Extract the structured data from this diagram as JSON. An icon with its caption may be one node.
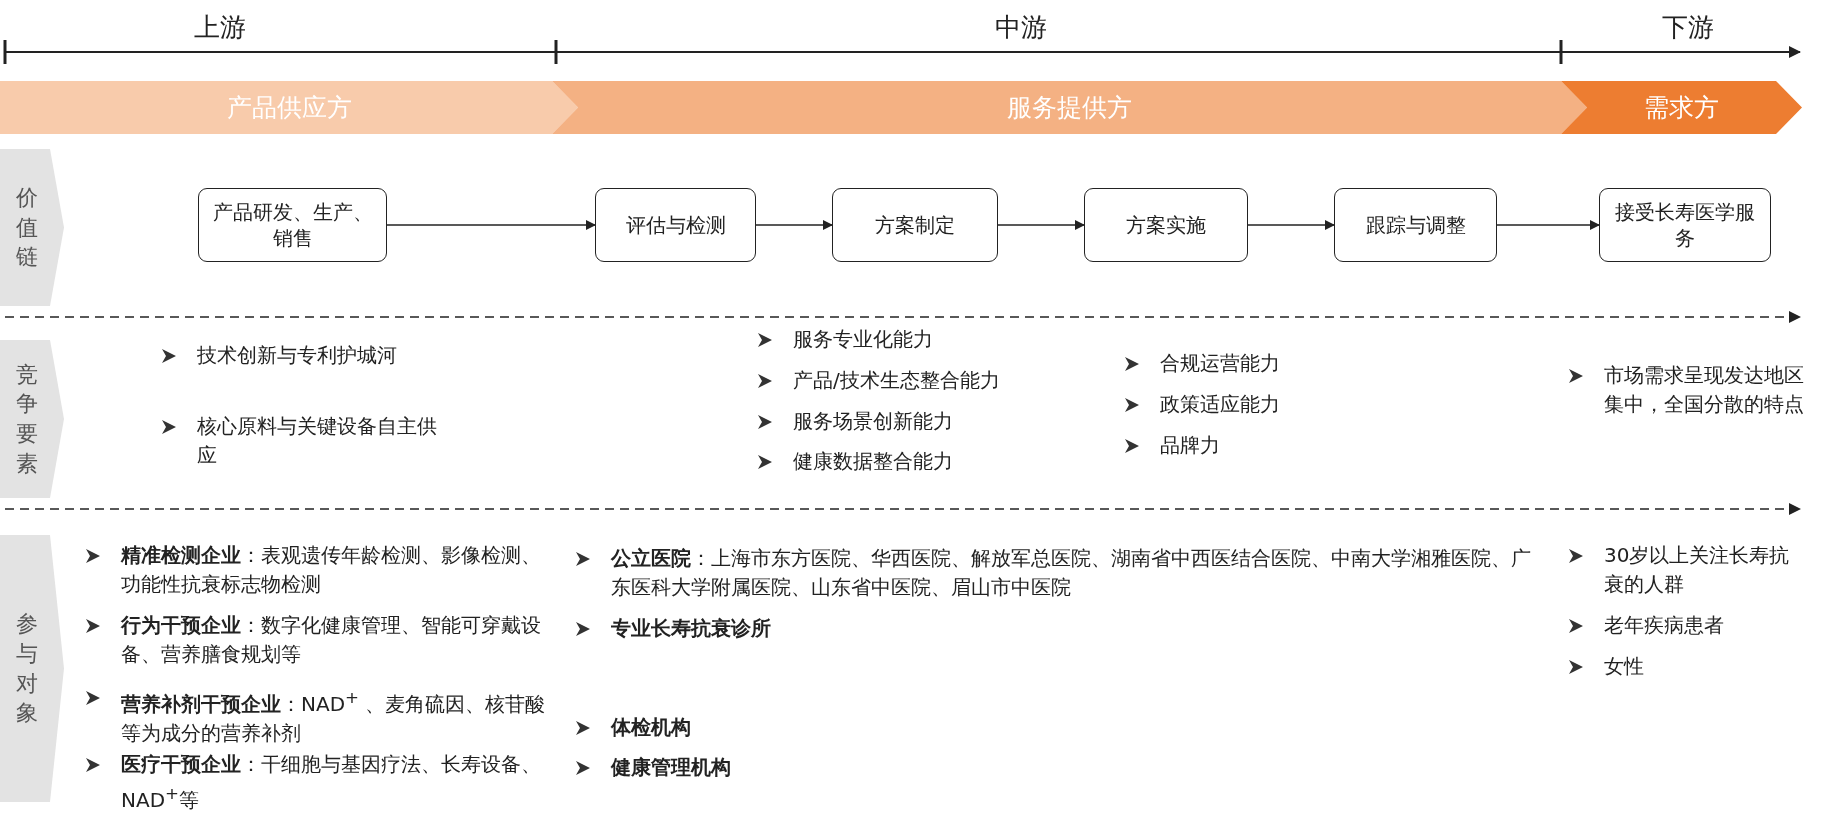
{
  "diagram": {
    "nodes": [
      {
        "text": [
          "产品供应方"
        ]
      },
      {
        "text": [
          "服务提供方"
        ]
      },
      {
        "text": [
          "需求方"
        ]
      },
      {
        "text": [
          "价值链"
        ]
      },
      {
        "text": [
          "竞争要素"
        ]
      },
      {
        "text": [
          "参与对象"
        ]
      },
      {
        "text": [
          "产品研发、生产、销售"
        ]
      },
      {
        "text": [
          "评估与检测"
        ]
      },
      {
        "text": [
          "方案制定"
        ]
      },
      {
        "text": [
          "方案实施"
        ]
      },
      {
        "text": [
          "跟踪与调整"
        ]
      },
      {
        "text": [
          "接受长寿医学服务"
        ]
      }
    ],
    "edges": [
      {
        "from": 6,
        "to": 7,
        "arrow": "to"
      },
      {
        "from": 7,
        "to": 8,
        "arrow": "to"
      },
      {
        "from": 8,
        "to": 9,
        "arrow": "to"
      },
      {
        "from": 9,
        "to": 10,
        "arrow": "to"
      },
      {
        "from": 10,
        "to": 11,
        "arrow": "to"
      }
    ],
    "labels": [
      "上游",
      "中游",
      "下游",
      "技术创新与专利护城河",
      "核心原料与关键设备自主供应",
      "服务专业化能力",
      "产品/技术生态整合能力",
      "服务场景创新能力",
      "健康数据整合能力",
      "合规运营能力",
      "政策适应能力",
      "品牌力",
      "市场需求呈现发达地区集中，全国分散的特点",
      "**精准检测企业**：表观遗传年龄检测、影像检测、功能性抗衰标志物检测",
      "**行为干预企业**：数字化健康管理、智能可穿戴设备、营养膳食规划等",
      "**营养补剂干预企业**：NAD$^{+}$ 、麦角硫因、核苷酸等为成分的营养补剂",
      "**医疗干预企业**：干细胞与基因疗法、长寿设备、NAD$^{+}$等",
      "**公立医院**：上海市东方医院、华西医院、解放军总医院、湖南省中西医结合医院、中南大学湘雅医院、广东医科大学附属医院、山东省中医院、眉山市中医院",
      "专业长寿抗衰诊所",
      "体检机构",
      "健康管理机构",
      "30岁以上关注长寿抗衰的人群",
      "老年疾病患者",
      "女性"
    ]
  }
}
